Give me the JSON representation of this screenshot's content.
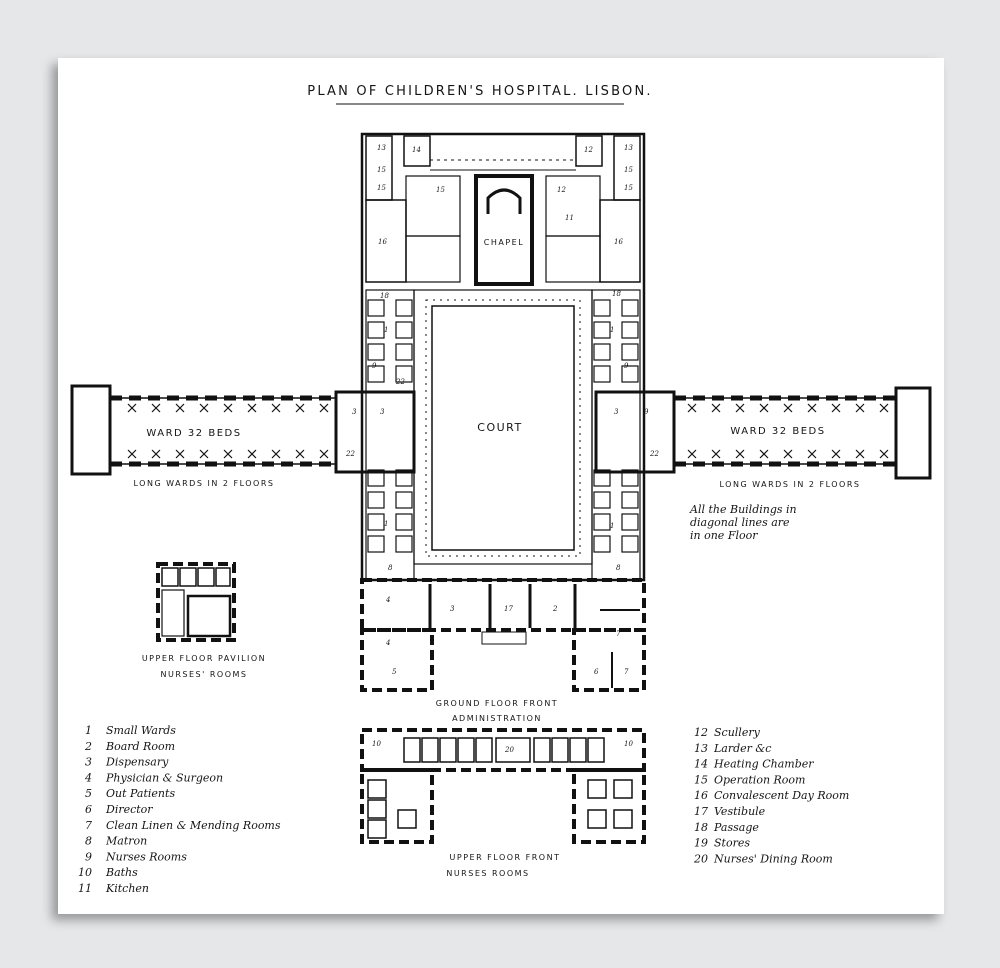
{
  "title": "PLAN OF CHILDREN'S HOSPITAL. LISBON.",
  "labels": {
    "chapel": "CHAPEL",
    "court": "COURT",
    "ward_left": "WARD 32 BEDS",
    "ward_right": "WARD 32 BEDS",
    "long_wards_left": "LONG WARDS IN 2 FLOORS",
    "long_wards_right": "LONG WARDS IN 2 FLOORS",
    "pavilion_line1": "UPPER FLOOR PAVILION",
    "pavilion_line2": "NURSES' ROOMS",
    "ground_line1": "GROUND FLOOR FRONT",
    "ground_line2": "ADMINISTRATION",
    "upper_line1": "UPPER FLOOR FRONT",
    "upper_line2": "NURSES ROOMS"
  },
  "note": [
    "All the Buildings in",
    "diagonal lines are",
    "in one Floor"
  ],
  "legend_left": [
    {
      "num": "1",
      "text": "Small Wards"
    },
    {
      "num": "2",
      "text": "Board Room"
    },
    {
      "num": "3",
      "text": "Dispensary"
    },
    {
      "num": "4",
      "text": "Physician & Surgeon"
    },
    {
      "num": "5",
      "text": "Out Patients"
    },
    {
      "num": "6",
      "text": "Director"
    },
    {
      "num": "7",
      "text": "Clean Linen & Mending Rooms"
    },
    {
      "num": "8",
      "text": "Matron"
    },
    {
      "num": "9",
      "text": "Nurses Rooms"
    },
    {
      "num": "10",
      "text": "Baths"
    },
    {
      "num": "11",
      "text": "Kitchen"
    }
  ],
  "legend_right": [
    {
      "num": "12",
      "text": "Scullery"
    },
    {
      "num": "13",
      "text": "Larder &c"
    },
    {
      "num": "14",
      "text": "Heating Chamber"
    },
    {
      "num": "15",
      "text": "Operation Room"
    },
    {
      "num": "16",
      "text": "Convalescent Day Room"
    },
    {
      "num": "17",
      "text": "Vestibule"
    },
    {
      "num": "18",
      "text": "Passage"
    },
    {
      "num": "19",
      "text": "Stores"
    },
    {
      "num": "20",
      "text": "Nurses' Dining Room"
    }
  ],
  "room_numbers": {
    "r13": "13",
    "r15": "15",
    "r12": "12",
    "r14": "14",
    "r16": "16",
    "r11": "11",
    "r18": "18",
    "r1": "1",
    "r9": "9",
    "r22": "22",
    "r3": "3",
    "r8": "8",
    "r2": "2",
    "r17": "17",
    "r4": "4",
    "r5": "5",
    "r6": "6",
    "r7": "7",
    "r20": "20",
    "r10": "10"
  },
  "colors": {
    "background": "#e6e7e9",
    "paper": "#ffffff",
    "ink": "#111111"
  }
}
